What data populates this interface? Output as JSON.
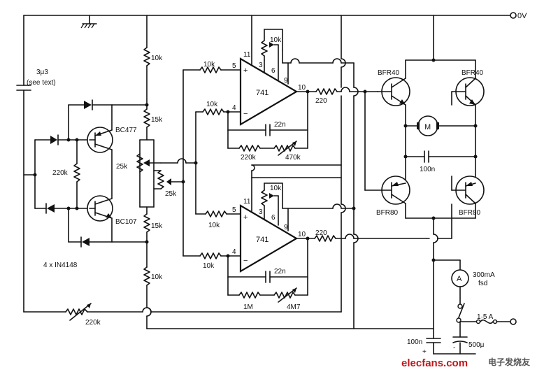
{
  "labels": {
    "supply": "0V",
    "cap_timing": "3μ3",
    "cap_timing_note": "(see text)",
    "diodes_note": "4 x IN4148",
    "q_bc477": "BC477",
    "q_bc107": "BC107",
    "r_bias_left": "220k",
    "r_div_top": "10k",
    "r_div_15a": "15k",
    "pot_25k_a": "25k",
    "pot_25k_b": "25k",
    "r_div_15b": "15k",
    "r_div_bottom": "10k",
    "r_bottom_var": "220k",
    "opamp_top": "741",
    "opamp_bottom": "741",
    "pin_5_top": "5",
    "pin_4_top": "4",
    "pin_11_top": "11",
    "pin_3_top": "3",
    "pin_6_top": "6",
    "pin_9_top": "9",
    "pin_10_top": "10",
    "pin_5_bot": "5",
    "pin_4_bot": "4",
    "pin_11_bot": "11",
    "pin_3_bot": "3",
    "pin_6_bot": "6",
    "pin_9_bot": "9",
    "pin_10_bot": "10",
    "plus": "+",
    "minus": "−",
    "r_in5_top": "10k",
    "r_in4_top": "10k",
    "r_null_top": "10k",
    "c_fb_top": "22n",
    "r_fb_top": "220k",
    "r_fbvar_top": "470k",
    "r_out_top": "220",
    "r_in5_bot": "10k",
    "r_in4_bot": "10k",
    "r_null_bot": "10k",
    "c_fb_bot": "22n",
    "r_fb_bot": "1M",
    "r_fbvar_bot": "4M7",
    "r_out_bot": "220",
    "q_tl": "BFR40",
    "q_tr": "BFR40",
    "q_bl": "BFR80",
    "q_br": "BFR80",
    "motor": "M",
    "c_motor": "100n",
    "meter": "A",
    "meter_range": "300mA",
    "meter_fsd": "fsd",
    "fuse": "1·5 A",
    "c_bottom_1": "100n",
    "c_bottom_2": "500μ",
    "cap_plus": "+",
    "cap_minus": "-",
    "watermark_site": "elecfans.com",
    "watermark_cn": "电子发烧友"
  }
}
